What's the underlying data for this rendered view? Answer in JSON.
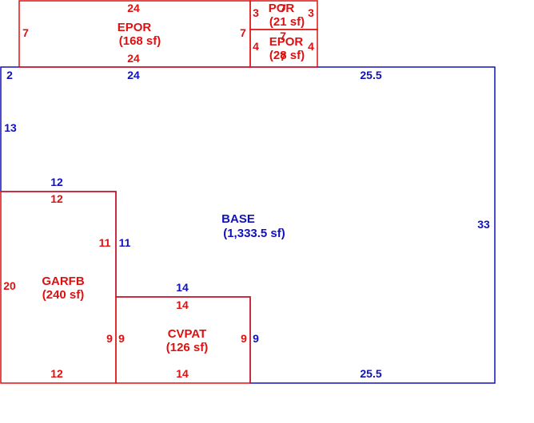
{
  "colors": {
    "red": "#dd1111",
    "blue": "#1111bb"
  },
  "areas": {
    "epor_left": {
      "name": "EPOR",
      "area": "(168 sf)",
      "top": "24",
      "bottom": "24",
      "left": "7",
      "right": "7"
    },
    "por": {
      "name": "POR",
      "area": "(21 sf)",
      "top": "7",
      "bottom": "7",
      "left": "3",
      "right": "3"
    },
    "epor_small": {
      "name": "EPOR",
      "area": "(28 sf)",
      "top": "7",
      "bottom": "7",
      "left": "4",
      "right": "4"
    },
    "base": {
      "name": "BASE",
      "area": "(1,333.5 sf)",
      "top_left": "24",
      "top_right": "25.5",
      "left_short": "2",
      "left_upper": "13",
      "step_top": "12",
      "step_side": "11",
      "inner_top": "14",
      "inner_side": "9",
      "bottom": "25.5",
      "right": "33"
    },
    "garfb": {
      "name": "GARFB",
      "area": "(240 sf)",
      "top": "12",
      "bottom": "12",
      "left": "20",
      "right_upper": "11",
      "right_lower": "9"
    },
    "cvpat": {
      "name": "CVPAT",
      "area": "(126 sf)",
      "top": "14",
      "bottom": "14",
      "left": "9",
      "right": "9"
    }
  }
}
